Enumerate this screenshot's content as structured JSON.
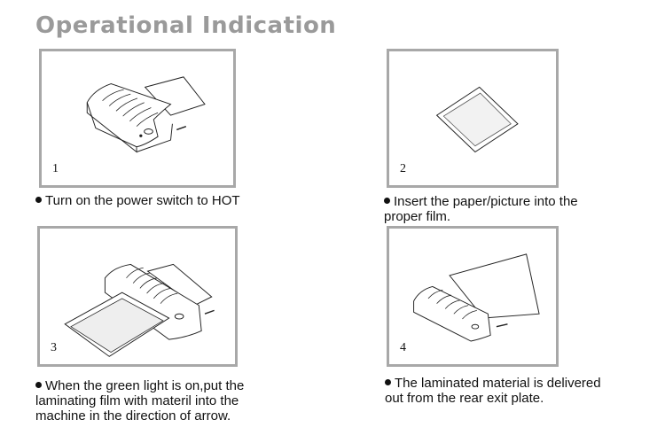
{
  "title": "Operational Indication",
  "steps": [
    {
      "number": "1",
      "caption": "Turn on the power switch  to  HOT"
    },
    {
      "number": "2",
      "caption_line1": "Insert the paper/picture into the",
      "caption_line2": "proper film."
    },
    {
      "number": "3",
      "caption_line1": "When the green light is on,put the",
      "caption_line2": "laminating film with materil into the",
      "caption_line3": "machine in the direction of arrow."
    },
    {
      "number": "4",
      "caption_line1": "The laminated material is delivered",
      "caption_line2": "out from the rear exit plate."
    }
  ]
}
